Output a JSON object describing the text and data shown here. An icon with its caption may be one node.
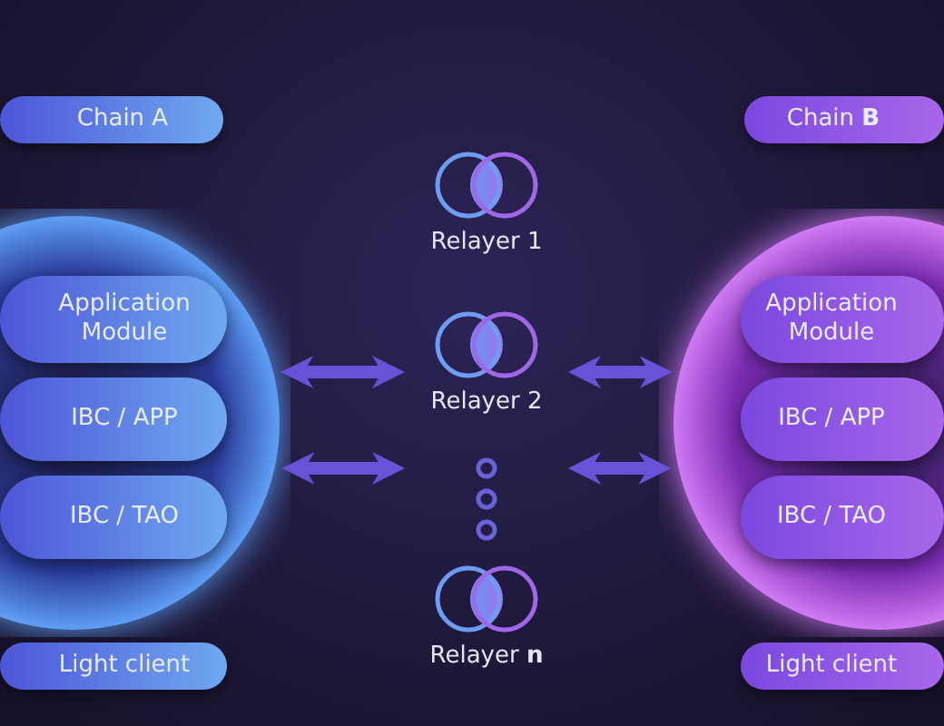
{
  "diagram": {
    "nodes": [
      {
        "text": [
          "Chain A"
        ]
      },
      {
        "text": [],
        "shape": "circle"
      },
      {
        "text": [
          "Application Module"
        ],
        "in": 1
      },
      {
        "text": [
          "IBC / APP"
        ],
        "in": 1
      },
      {
        "text": [
          "IBC / TAO"
        ],
        "in": 1
      },
      {
        "text": [
          "Light client"
        ]
      },
      {
        "text": [
          "Relayer 1"
        ]
      },
      {
        "text": [
          "Relayer 2"
        ]
      },
      {
        "text": [
          "Relayer **n**"
        ]
      },
      {
        "text": [
          "Chain **B**"
        ]
      },
      {
        "text": [],
        "shape": "circle"
      },
      {
        "text": [
          "Application Module"
        ],
        "in": 10
      },
      {
        "text": [
          "IBC / APP"
        ],
        "in": 10
      },
      {
        "text": [
          "IBC / TAO"
        ],
        "in": 10
      },
      {
        "text": [
          "Light client"
        ]
      }
    ],
    "edges": [
      {
        "from": 1,
        "to": 7,
        "arrow": "both"
      },
      {
        "from": 1,
        "to": 7,
        "arrow": "both"
      },
      {
        "from": 7,
        "to": 10,
        "arrow": "both"
      },
      {
        "from": 7,
        "to": 10,
        "arrow": "both"
      }
    ]
  }
}
